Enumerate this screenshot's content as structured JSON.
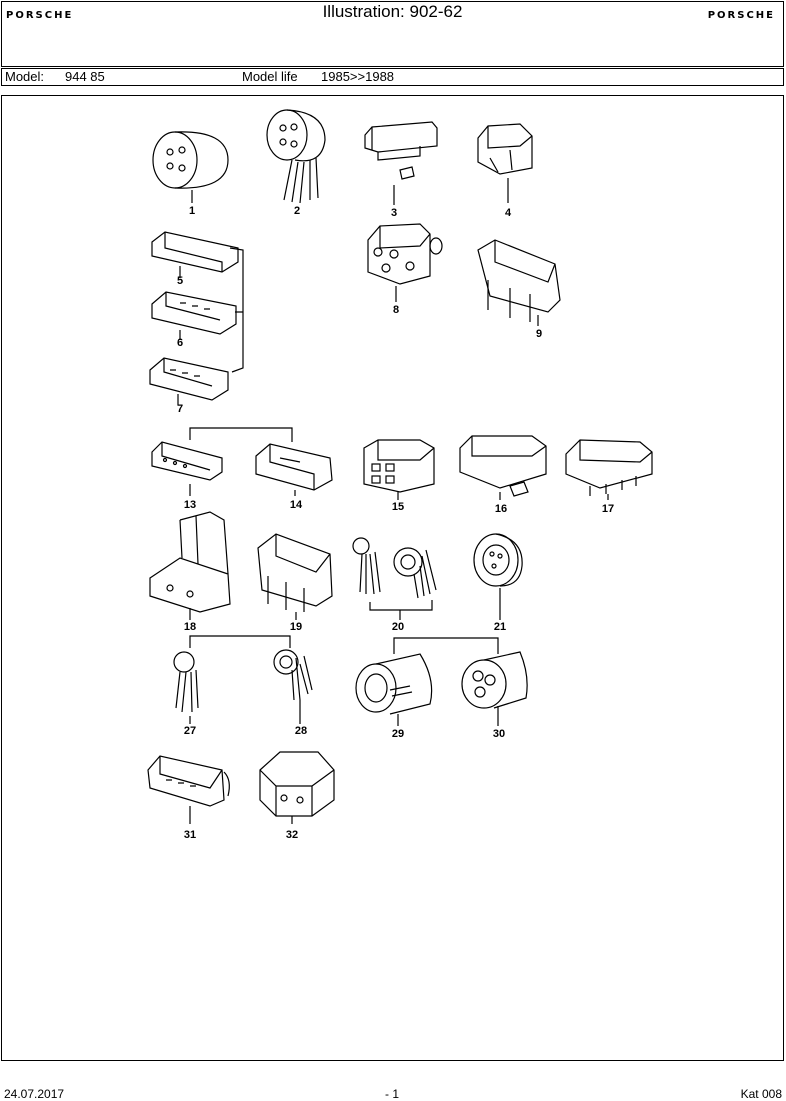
{
  "header": {
    "brand_left": "PORSCHE",
    "brand_right": "PORSCHE",
    "title": "Illustration: 902-62"
  },
  "model_row": {
    "model_label": "Model:",
    "model_value": "944 85",
    "life_label": "Model life",
    "life_value": "1985>>1988"
  },
  "parts": [
    "1",
    "2",
    "3",
    "4",
    "5",
    "6",
    "7",
    "8",
    "9",
    "13",
    "14",
    "15",
    "16",
    "17",
    "18",
    "19",
    "20",
    "21",
    "27",
    "28",
    "29",
    "30",
    "31",
    "32"
  ],
  "footer": {
    "date": "24.07.2017",
    "page": "- 1",
    "catalog": "Kat 008"
  }
}
